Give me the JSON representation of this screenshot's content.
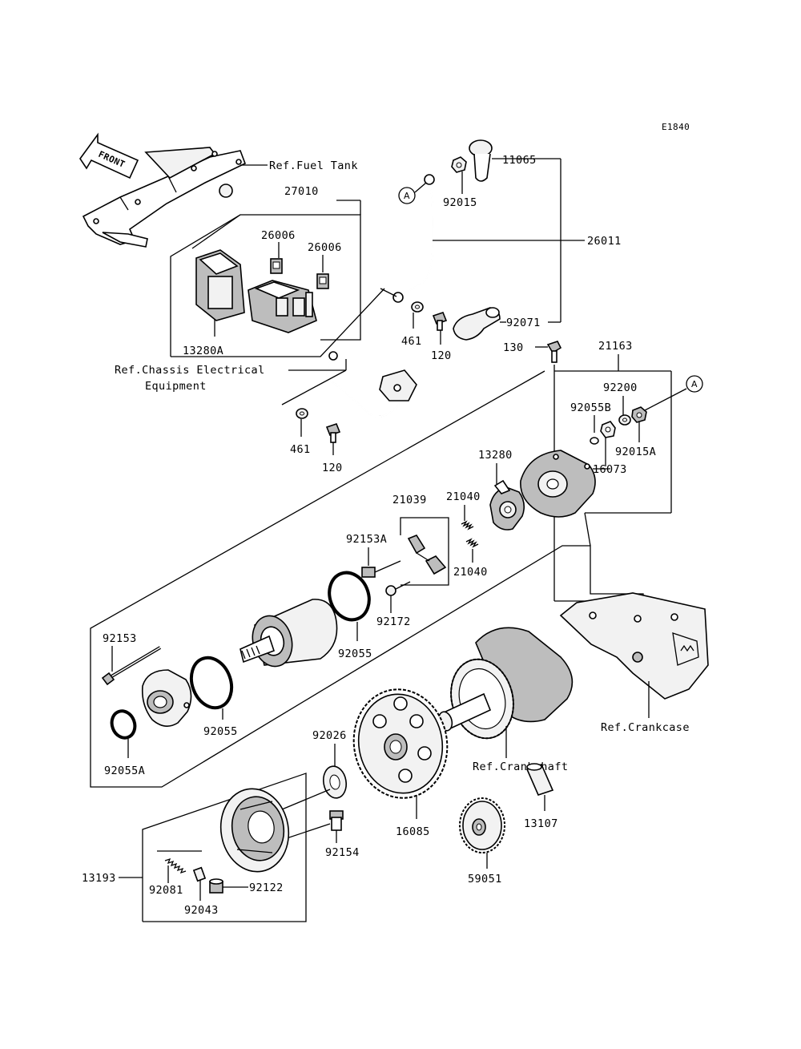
{
  "diagram": {
    "code": "E1840",
    "front_marker": "FRONT",
    "callout_letter": "A",
    "refs": {
      "fuel_tank": "Ref.Fuel Tank",
      "chassis_line1": "Ref.Chassis Electrical",
      "chassis_line2": "Equipment",
      "crankcase": "Ref.Crankcase",
      "crankshaft": "Ref.Crankshaft"
    },
    "parts": {
      "p11065": "11065",
      "p92015": "92015",
      "p26011": "26011",
      "p92071": "92071",
      "p27010": "27010",
      "p26006a": "26006",
      "p26006b": "26006",
      "p13280A": "13280A",
      "p461a": "461",
      "p120a": "120",
      "p461b": "461",
      "p120b": "120",
      "p130": "130",
      "p21163": "21163",
      "p92200": "92200",
      "p92055B": "92055B",
      "p92015A": "92015A",
      "p16073": "16073",
      "p13280": "13280",
      "p21039": "21039",
      "p21040a": "21040",
      "p21040b": "21040",
      "p92153A": "92153A",
      "p92172": "92172",
      "p92055a": "92055",
      "p92055b": "92055",
      "p92153": "92153",
      "p92055A": "92055A",
      "p92026": "92026",
      "p16085": "16085",
      "p13107": "13107",
      "p59051": "59051",
      "p92154": "92154",
      "p13193": "13193",
      "p92081": "92081",
      "p92122": "92122",
      "p92043": "92043"
    }
  }
}
